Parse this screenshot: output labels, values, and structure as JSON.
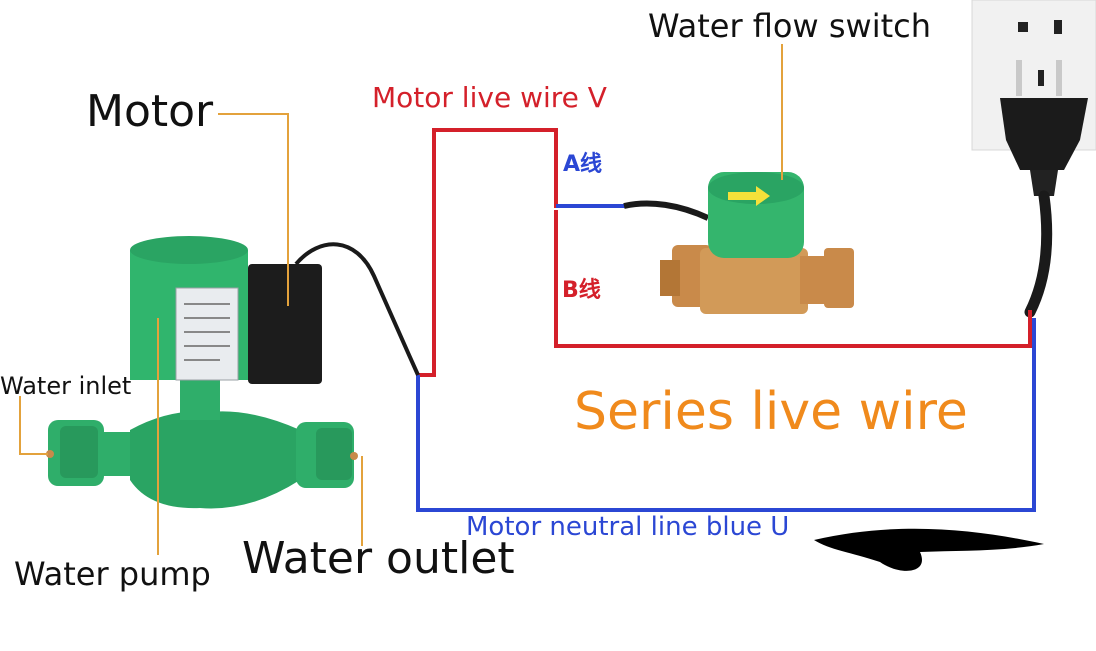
{
  "labels": {
    "motor": "Motor",
    "water_flow_switch": "Water flow switch",
    "motor_live_wire": "Motor live wire V",
    "a_line": "A线",
    "b_line": "B线",
    "water_inlet": "Water inlet",
    "series_live_wire": "Series live wire",
    "motor_neutral_line": "Motor neutral line blue U",
    "water_pump": "Water pump",
    "water_outlet": "Water outlet"
  },
  "colors": {
    "live_wire": "#d4202a",
    "neutral_wire": "#2b47d4",
    "callout_line": "#e3a23c",
    "series_text": "#f08a1c",
    "pump_body": "#2fae6a",
    "brass": "#c98a4a",
    "label_text": "#111111"
  }
}
